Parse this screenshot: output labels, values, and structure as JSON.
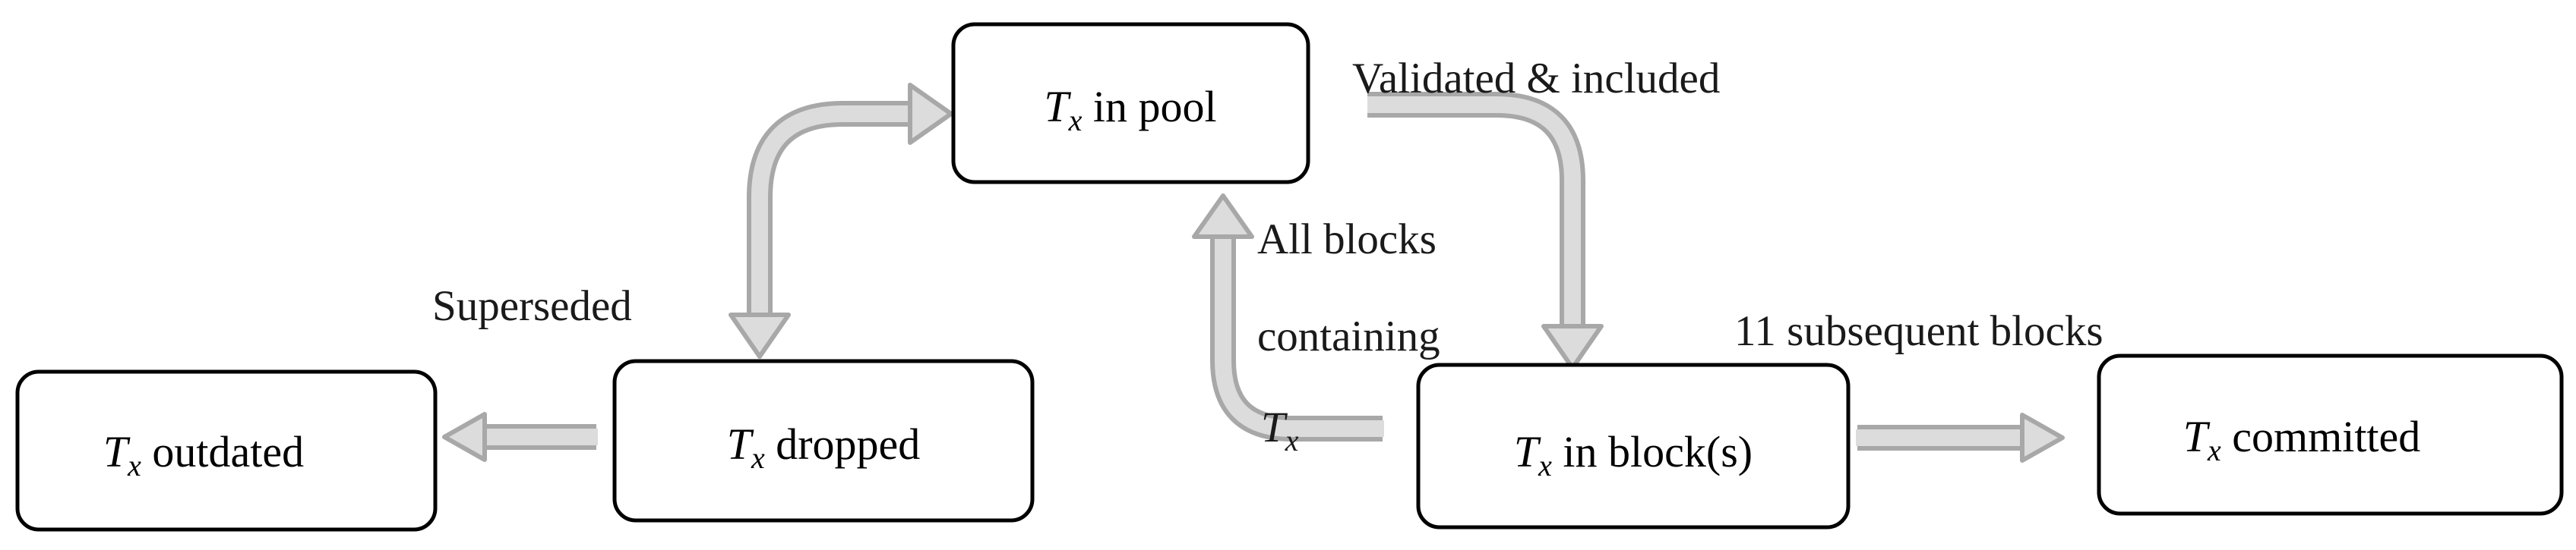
{
  "states": {
    "pool": {
      "var": "T",
      "sub": "x",
      "text": " in pool"
    },
    "dropped": {
      "var": "T",
      "sub": "x",
      "text": " dropped"
    },
    "outdated": {
      "var": "T",
      "sub": "x",
      "text": " outdated"
    },
    "in_block": {
      "var": "T",
      "sub": "x",
      "text": " in block(s)"
    },
    "committed": {
      "var": "T",
      "sub": "x",
      "text": " committed"
    }
  },
  "transitions": {
    "validated": "Validated & included",
    "superseded": "Superseded",
    "reorg_line1": "All blocks",
    "reorg_line2": "containing",
    "reorg_line3": "T",
    "reorg_line3_sub": "x",
    "subsequent": "11 subsequent blocks"
  },
  "colors": {
    "arrow_fill": "#dcdcdc",
    "arrow_outline": "#a8a8a8",
    "box_stroke": "#000000"
  }
}
